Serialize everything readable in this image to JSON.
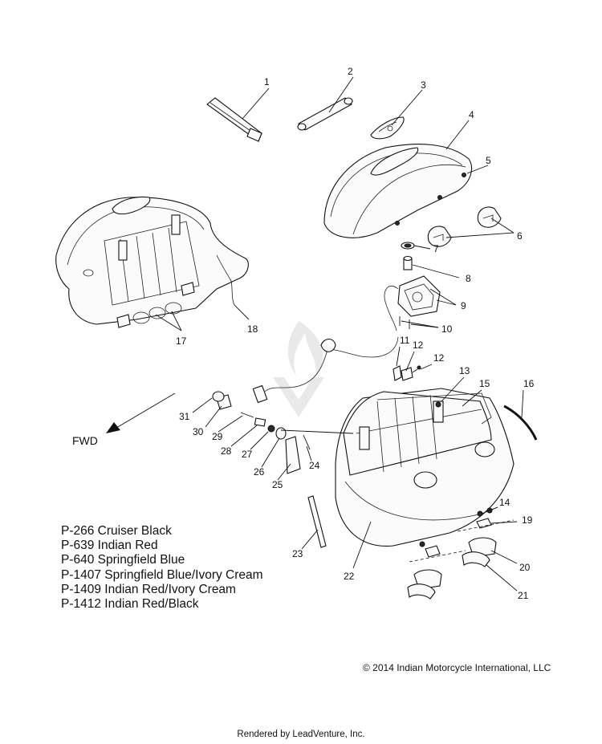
{
  "callouts": [
    {
      "id": "1",
      "text": "1"
    },
    {
      "id": "2",
      "text": "2"
    },
    {
      "id": "3",
      "text": "3"
    },
    {
      "id": "4",
      "text": "4"
    },
    {
      "id": "5",
      "text": "5"
    },
    {
      "id": "6",
      "text": "6"
    },
    {
      "id": "7",
      "text": "7"
    },
    {
      "id": "8",
      "text": "8"
    },
    {
      "id": "9",
      "text": "9"
    },
    {
      "id": "10",
      "text": "10"
    },
    {
      "id": "11",
      "text": "11"
    },
    {
      "id": "12a",
      "text": "12"
    },
    {
      "id": "12b",
      "text": "12"
    },
    {
      "id": "13",
      "text": "13"
    },
    {
      "id": "14",
      "text": "14"
    },
    {
      "id": "15",
      "text": "15"
    },
    {
      "id": "16",
      "text": "16"
    },
    {
      "id": "17",
      "text": "17"
    },
    {
      "id": "18",
      "text": "18"
    },
    {
      "id": "19",
      "text": "19"
    },
    {
      "id": "20",
      "text": "20"
    },
    {
      "id": "21",
      "text": "21"
    },
    {
      "id": "22",
      "text": "22"
    },
    {
      "id": "23",
      "text": "23"
    },
    {
      "id": "24",
      "text": "24"
    },
    {
      "id": "25",
      "text": "25"
    },
    {
      "id": "26",
      "text": "26"
    },
    {
      "id": "27",
      "text": "27"
    },
    {
      "id": "28",
      "text": "28"
    },
    {
      "id": "29",
      "text": "29"
    },
    {
      "id": "30",
      "text": "30"
    },
    {
      "id": "31",
      "text": "31"
    }
  ],
  "direction_label": "FWD",
  "legend": [
    "P-266  Cruiser Black",
    "P-639  Indian Red",
    "P-640  Springfield Blue",
    "P-1407 Springfield Blue/Ivory Cream",
    "P-1409 Indian Red/Ivory Cream",
    "P-1412 Indian Red/Black"
  ],
  "copyright": "© 2014 Indian Motorcycle International, LLC",
  "rendered_by": "Rendered by LeadVenture, Inc."
}
